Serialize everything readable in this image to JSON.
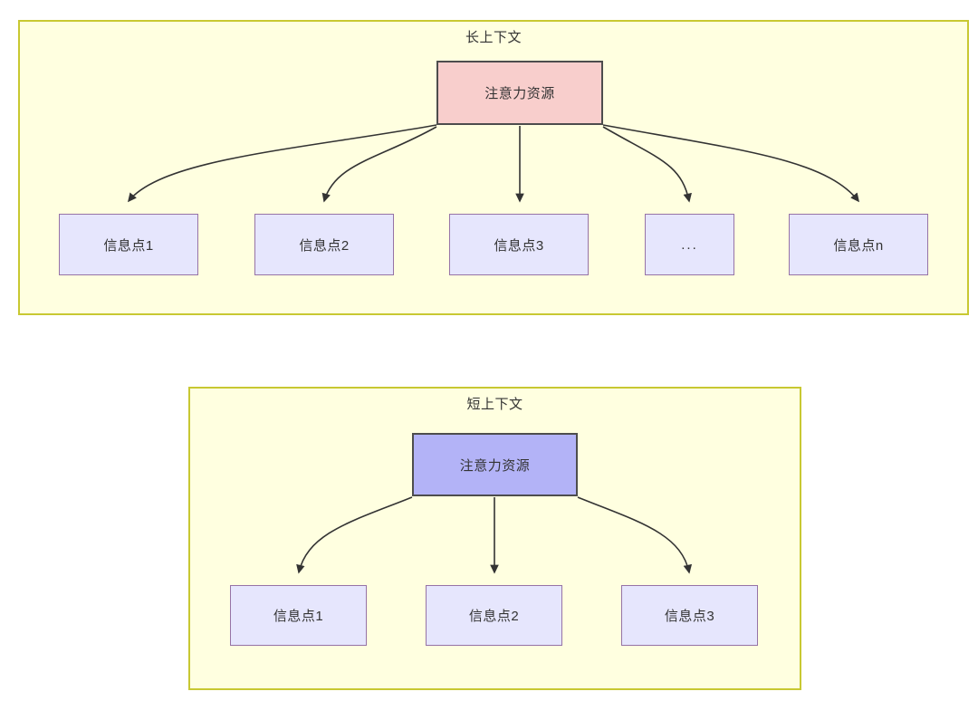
{
  "diagram": {
    "type": "attention-allocation-comparison",
    "groups": [
      {
        "id": "long-context",
        "title": "长上下文",
        "root": {
          "label": "注意力资源",
          "fill": "#f8cecc",
          "stroke": "#4d4d4d"
        },
        "leaves": [
          {
            "label": "信息点1"
          },
          {
            "label": "信息点2"
          },
          {
            "label": "信息点3"
          },
          {
            "label": "..."
          },
          {
            "label": "信息点n"
          }
        ]
      },
      {
        "id": "short-context",
        "title": "短上下文",
        "root": {
          "label": "注意力资源",
          "fill": "#b3b3f7",
          "stroke": "#4d4d4d"
        },
        "leaves": [
          {
            "label": "信息点1"
          },
          {
            "label": "信息点2"
          },
          {
            "label": "信息点3"
          }
        ]
      }
    ],
    "colors": {
      "canvas_background": "#ffffff",
      "group_fill": "#ffffe0",
      "group_border": "#c8c832",
      "leaf_fill": "#e6e6fd",
      "leaf_border": "#9673a6",
      "edge_stroke": "#333333",
      "text": "#333333"
    }
  }
}
